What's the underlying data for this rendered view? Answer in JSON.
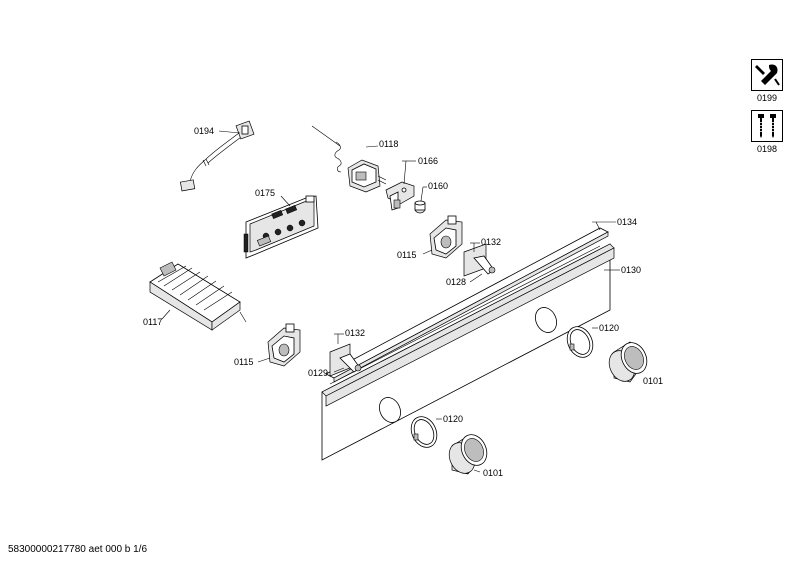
{
  "labels": {
    "p0194": "0194",
    "p0118": "0118",
    "p0166": "0166",
    "p0160": "0160",
    "p0175": "0175",
    "p0134": "0134",
    "p0132a": "0132",
    "p0115a": "0115",
    "p0128": "0128",
    "p0130": "0130",
    "p0117": "0117",
    "p0132b": "0132",
    "p0115b": "0115",
    "p0129": "0129",
    "p0120a": "0120",
    "p0101a": "0101",
    "p0120b": "0120",
    "p0101b": "0101"
  },
  "tools": {
    "t0199": "0199",
    "t0198": "0198"
  },
  "footer": "58300000217780 aet 000 b 1/6",
  "colors": {
    "line": "#000000",
    "fill_light": "#e6e6e6",
    "fill_mid": "#bdbdbd",
    "background": "#ffffff"
  },
  "icons": [
    "wrench-screwdriver-icon",
    "screws-icon"
  ]
}
